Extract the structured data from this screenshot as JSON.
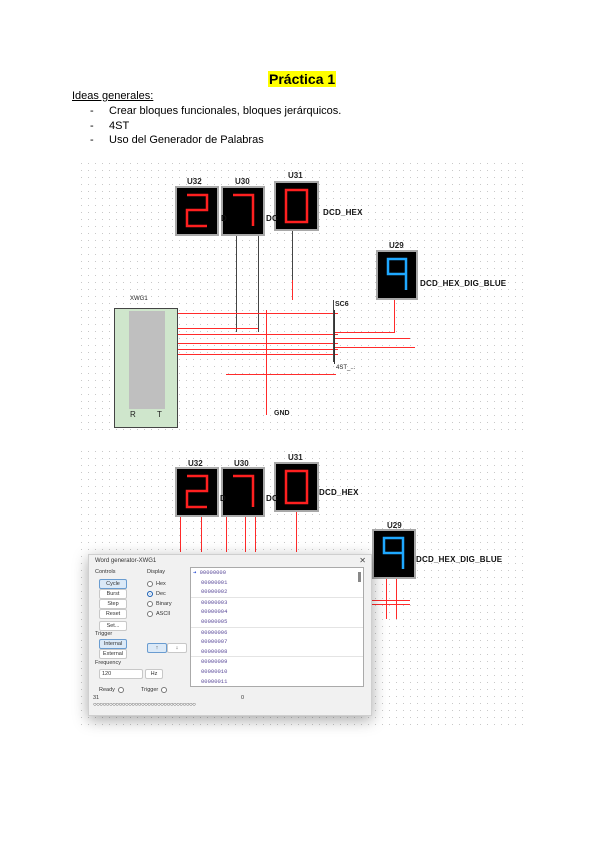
{
  "document": {
    "title": "Práctica 1",
    "subtitle": "Ideas generales:",
    "bullets": [
      "Crear bloques funcionales, bloques jerárquicos.",
      "4ST",
      "Uso del Generador de Palabras"
    ],
    "bullet_marker": "-"
  },
  "schematic1": {
    "displays": [
      {
        "ref": "U32",
        "digit": "2",
        "color": "#ff2020"
      },
      {
        "ref": "U30",
        "digit": "7",
        "color": "#ff2020"
      },
      {
        "ref": "U31",
        "digit": "0",
        "color": "#ff2020"
      },
      {
        "ref": "U29",
        "digit": "9",
        "color": "#1fa8ff"
      }
    ],
    "label_dcd_hex": "DCD_HEX",
    "label_dcd_blue": "DCD_HEX_DIG_BLUE",
    "label_dc1": "D",
    "label_dc2": "DC",
    "word_gen_ref": "XWG1",
    "word_gen_pins_bottom": [
      "R",
      "T"
    ],
    "subcircuit_ref": "SC6",
    "subcircuit_name": "4ST_...",
    "ground_label": "GND"
  },
  "schematic2": {
    "displays": [
      {
        "ref": "U32",
        "digit": "2"
      },
      {
        "ref": "U30",
        "digit": "7"
      },
      {
        "ref": "U31",
        "digit": "0"
      },
      {
        "ref": "U29",
        "digit": "9"
      }
    ],
    "label_dcd_hex": "DCD_HEX",
    "label_dcd_blue": "DCD_HEX_DIG_BLUE",
    "label_dc1": "D",
    "label_dc2": "DC"
  },
  "word_generator_dialog": {
    "title": "Word generator-XWG1",
    "close": "✕",
    "controls_label": "Controls",
    "controls": [
      "Cycle",
      "Burst",
      "Step",
      "Reset",
      "Set..."
    ],
    "display_label": "Display",
    "display_options": [
      "Hex",
      "Dec",
      "Binary",
      "ASCII"
    ],
    "display_selected": "Dec",
    "trigger_label": "Trigger",
    "trigger_options": [
      "Internal",
      "External"
    ],
    "trigger_selected": "Internal",
    "edge_buttons": [
      "↑",
      "↓"
    ],
    "frequency_label": "Frequency",
    "frequency_value": "120",
    "frequency_unit": "Hz",
    "ready_label": "Ready",
    "trigger_out_label": "Trigger",
    "bit_range_left": "31",
    "bit_range_right": "0",
    "bit_pins": "○○○○○○○○○○○○○○○○○○○○○○○○○○○○○○○○",
    "words": [
      "00000000",
      "00000001",
      "00000002",
      "00000003",
      "00000004",
      "00000005",
      "00000006",
      "00000007",
      "00000008",
      "00000009",
      "00000010",
      "00000011"
    ]
  }
}
